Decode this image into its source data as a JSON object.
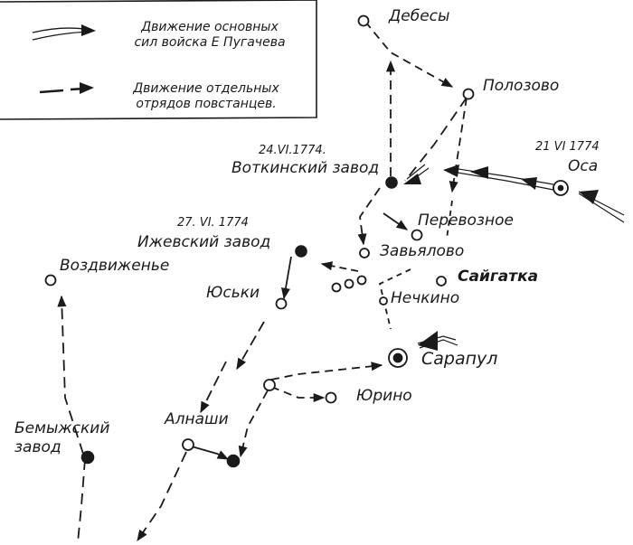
{
  "colors": {
    "ink": "#1a1a1a",
    "paper": "#ffffff"
  },
  "legend": {
    "main_forces": [
      "Движение основных",
      "сил войска Е Пугачева"
    ],
    "separate_detachments": [
      "Движение отдельных",
      "отрядов повстанцев."
    ]
  },
  "places": {
    "debesy": "Дебесы",
    "polozovo": "Полозово",
    "osa": "Оса",
    "osa_date": "21 VI 1774",
    "votkinsk": "Воткинский завод",
    "votkinsk_date": "24.VI.1774.",
    "izhevsk": "Ижевский завод",
    "izhevsk_date": "27. VI. 1774",
    "perevoznoe": "Перевозное",
    "zavyalovo": "Завьялово",
    "saygatka": "Сайгатка",
    "nechkino": "Нечкино",
    "sarapul": "Сарапул",
    "yurino": "Юрино",
    "yuski": "Юськи",
    "alnashi": "Алнаши",
    "vozdvizhenye": "Воздвиженье",
    "bemyzh": [
      "Бемыжский",
      "завод"
    ]
  },
  "icons": [
    "main-route-arrow-icon",
    "detachment-arrow-icon",
    "town-circle-icon",
    "factory-dot-icon",
    "city-double-circle-icon"
  ]
}
